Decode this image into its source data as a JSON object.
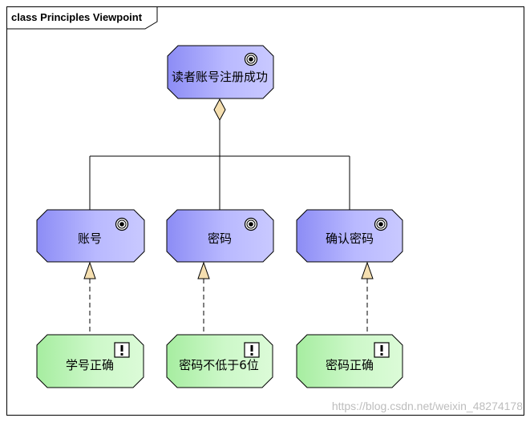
{
  "diagram": {
    "frame_title": "class Principles Viewpoint",
    "root_goal": {
      "label": "读者账号注册成功",
      "icon": "goal-target-icon"
    },
    "sub_goals": [
      {
        "label": "账号",
        "icon": "goal-target-icon"
      },
      {
        "label": "密码",
        "icon": "goal-target-icon"
      },
      {
        "label": "确认密码",
        "icon": "goal-target-icon"
      }
    ],
    "requirements": [
      {
        "label": "学号正确",
        "icon": "exclamation-icon"
      },
      {
        "label": "密码不低于6位",
        "icon": "exclamation-icon"
      },
      {
        "label": "密码正确",
        "icon": "exclamation-icon"
      }
    ],
    "watermark": "https://blog.csdn.net/weixin_48274178",
    "colors": {
      "goal_fill": "#b3b3ff",
      "goal_fill_dark": "#8c8cf5",
      "requirement_fill": "#c6f7c3",
      "requirement_fill_dark": "#9fe89a",
      "connector_head": "#f5dfb0"
    }
  }
}
